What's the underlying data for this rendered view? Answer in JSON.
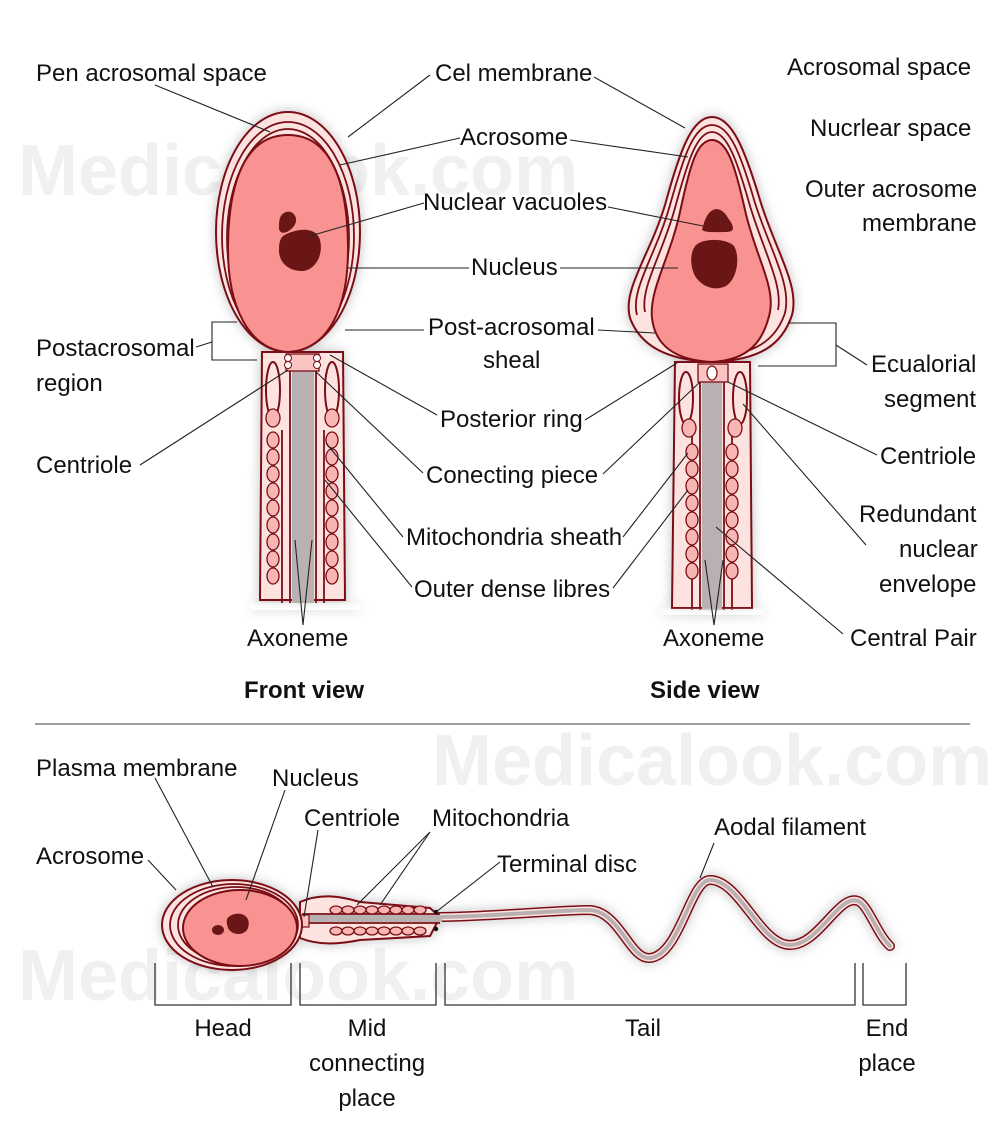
{
  "watermark": "Medicalook.com",
  "colors": {
    "nucleus": "#f99391",
    "membrane_fill": "#fde3e0",
    "outline": "#7a0f14",
    "vacuole": "#6b1316",
    "axoneme": "#b9b1b1"
  },
  "front_view": {
    "title": "Front view",
    "labels": {
      "pen_acrosomal_space": "Pen acrosomal space",
      "cel_membrane": "Cel membrane",
      "acrosome": "Acrosome",
      "nuclear_vacuoles": "Nuclear vacuoles",
      "nucleus": "Nucleus",
      "post_acrosomal_sheal_1": "Post-acrosomal",
      "post_acrosomal_sheal_2": "sheal",
      "postacrosomal_region_1": "Postacrosomal",
      "postacrosomal_region_2": "region",
      "centriole": "Centriole",
      "posterior_ring": "Posterior ring",
      "conecting_piece": "Conecting piece",
      "mitochondria_sheath": "Mitochondria sheath",
      "outer_dense_libres": "Outer dense libres",
      "axoneme": "Axoneme"
    }
  },
  "side_view": {
    "title": "Side view",
    "labels": {
      "acrosomal_space": "Acrosomal space",
      "nucrlear_space": "Nucrlear space",
      "outer_acrosome_membrane_1": "Outer acrosome",
      "outer_acrosome_membrane_2": "membrane",
      "ecualorial_segment_1": "Ecualorial",
      "ecualorial_segment_2": "segment",
      "centriole": "Centriole",
      "redundant_nuclear_envelope_1": "Redundant",
      "redundant_nuclear_envelope_2": "nuclear",
      "redundant_nuclear_envelope_3": "envelope",
      "central_pair": "Central Pair",
      "axoneme": "Axoneme"
    }
  },
  "full_sperm": {
    "labels": {
      "plasma_membrane": "Plasma membrane",
      "nucleus": "Nucleus",
      "centriole": "Centriole",
      "mitochondria": "Mitochondria",
      "acrosome": "Acrosome",
      "terminal_disc": "Terminal disc",
      "aodal_filament": "Aodal filament"
    },
    "segments": {
      "head": "Head",
      "mid_1": "Mid",
      "mid_2": "connecting",
      "mid_3": "place",
      "tail": "Tail",
      "end_1": "End",
      "end_2": "place"
    }
  }
}
